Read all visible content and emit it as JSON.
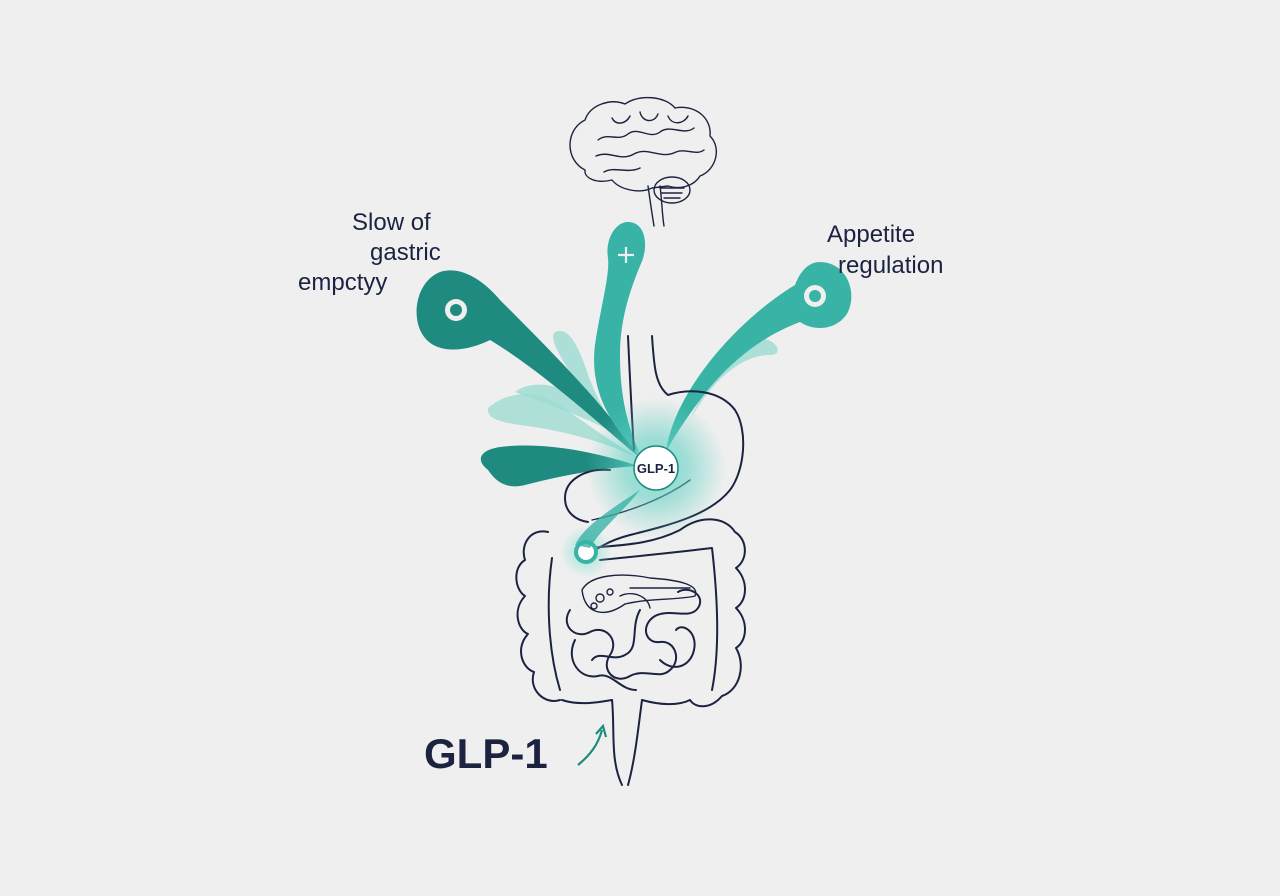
{
  "labels": {
    "left_callout": [
      "Slow of",
      "gastric",
      "empctyy"
    ],
    "right_callout": [
      "Appetite",
      "regulation"
    ],
    "hub": "GLP-1",
    "source": "GLP-1",
    "top_marker": "+"
  },
  "colors": {
    "background": "#efefef",
    "teal_dark": "#1f8a80",
    "teal_mid": "#38b3a6",
    "teal_light": "#9fdcd2",
    "outline": "#1b2340"
  }
}
